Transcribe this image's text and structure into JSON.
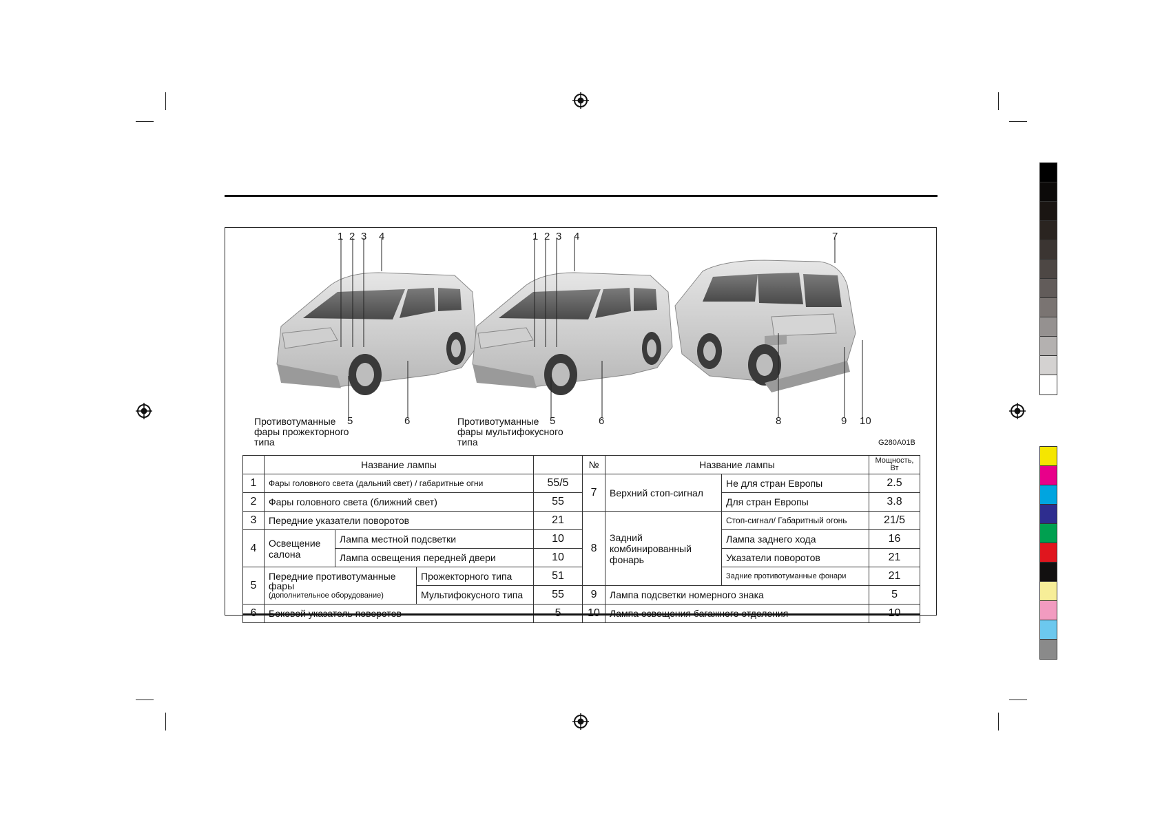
{
  "figure": {
    "code": "G280A01B",
    "callouts_front": [
      "1",
      "2",
      "3",
      "4"
    ],
    "callout_5": "5",
    "callout_6": "6",
    "callout_7": "7",
    "callout_8": "8",
    "callout_9": "9",
    "callout_10": "10",
    "caption_projector": [
      "Противотуманные",
      "фары прожекторного",
      "типа"
    ],
    "caption_multifocus": [
      "Противотуманные",
      "фары мультифокусного",
      "типа"
    ]
  },
  "table": {
    "header_left_name": "Название лампы",
    "header_no": "№",
    "header_right_name": "Название лампы",
    "header_power": "Мощность, Вт",
    "rows": {
      "r1_no": "1",
      "r1_name": "Фары головного света (дальний свет) / габаритные огни",
      "r1_w": "55/5",
      "r2_no": "2",
      "r2_name": "Фары головного света (ближний свет)",
      "r2_w": "55",
      "r3_no": "3",
      "r3_name": "Передние указатели поворотов",
      "r3_w": "21",
      "r4_no": "4",
      "r4_group": "Освещение салона",
      "r4a_name": "Лампа местной подсветки",
      "r4a_w": "10",
      "r4b_name": "Лампа освещения передней двери",
      "r4b_w": "10",
      "r5_no": "5",
      "r5_group": "Передние противотуманные фары",
      "r5_note": "(дополнительное оборудование)",
      "r5a_name": "Прожекторного типа",
      "r5a_w": "51",
      "r5b_name": "Мультифокусного типа",
      "r5b_w": "55",
      "r6_no": "6",
      "r6_name": "Боковой указатель поворотов",
      "r6_w": "5",
      "r7_no": "7",
      "r7_group": "Верхний стоп-сигнал",
      "r7a_name": "Не для стран Европы",
      "r7a_w": "2.5",
      "r7b_name": "Для стран Европы",
      "r7b_w": "3.8",
      "r8_no": "8",
      "r8_group": "Задний комбинированный фонарь",
      "r8a_name": "Стоп-сигнал/ Габаритный огонь",
      "r8a_w": "21/5",
      "r8b_name": "Лампа заднего хода",
      "r8b_w": "16",
      "r8c_name": "Указатели поворотов",
      "r8c_w": "21",
      "r8d_name": "Задние противотуманные фонари",
      "r8d_w": "21",
      "r9_no": "9",
      "r9_name": "Лампа подсветки номерного знака",
      "r9_w": "5",
      "r10_no": "10",
      "r10_name": "Лампа освещения багажного отделения",
      "r10_w": "10"
    }
  },
  "print_marks": {
    "colorbar_gray": [
      "#000000",
      "#0c0a09",
      "#1a1512",
      "#2a2420",
      "#3b3532",
      "#4d4744",
      "#625c5a",
      "#7a7472",
      "#959190",
      "#b4b1b0",
      "#d4d2d1",
      "#ffffff"
    ],
    "colorbar_color": [
      "#f5e600",
      "#e8008a",
      "#00a5e0",
      "#2e2d8f",
      "#00a050",
      "#e0161e",
      "#121010",
      "#f7ee98",
      "#f29bc0",
      "#6cc8ee",
      "#8a8a8a"
    ]
  }
}
